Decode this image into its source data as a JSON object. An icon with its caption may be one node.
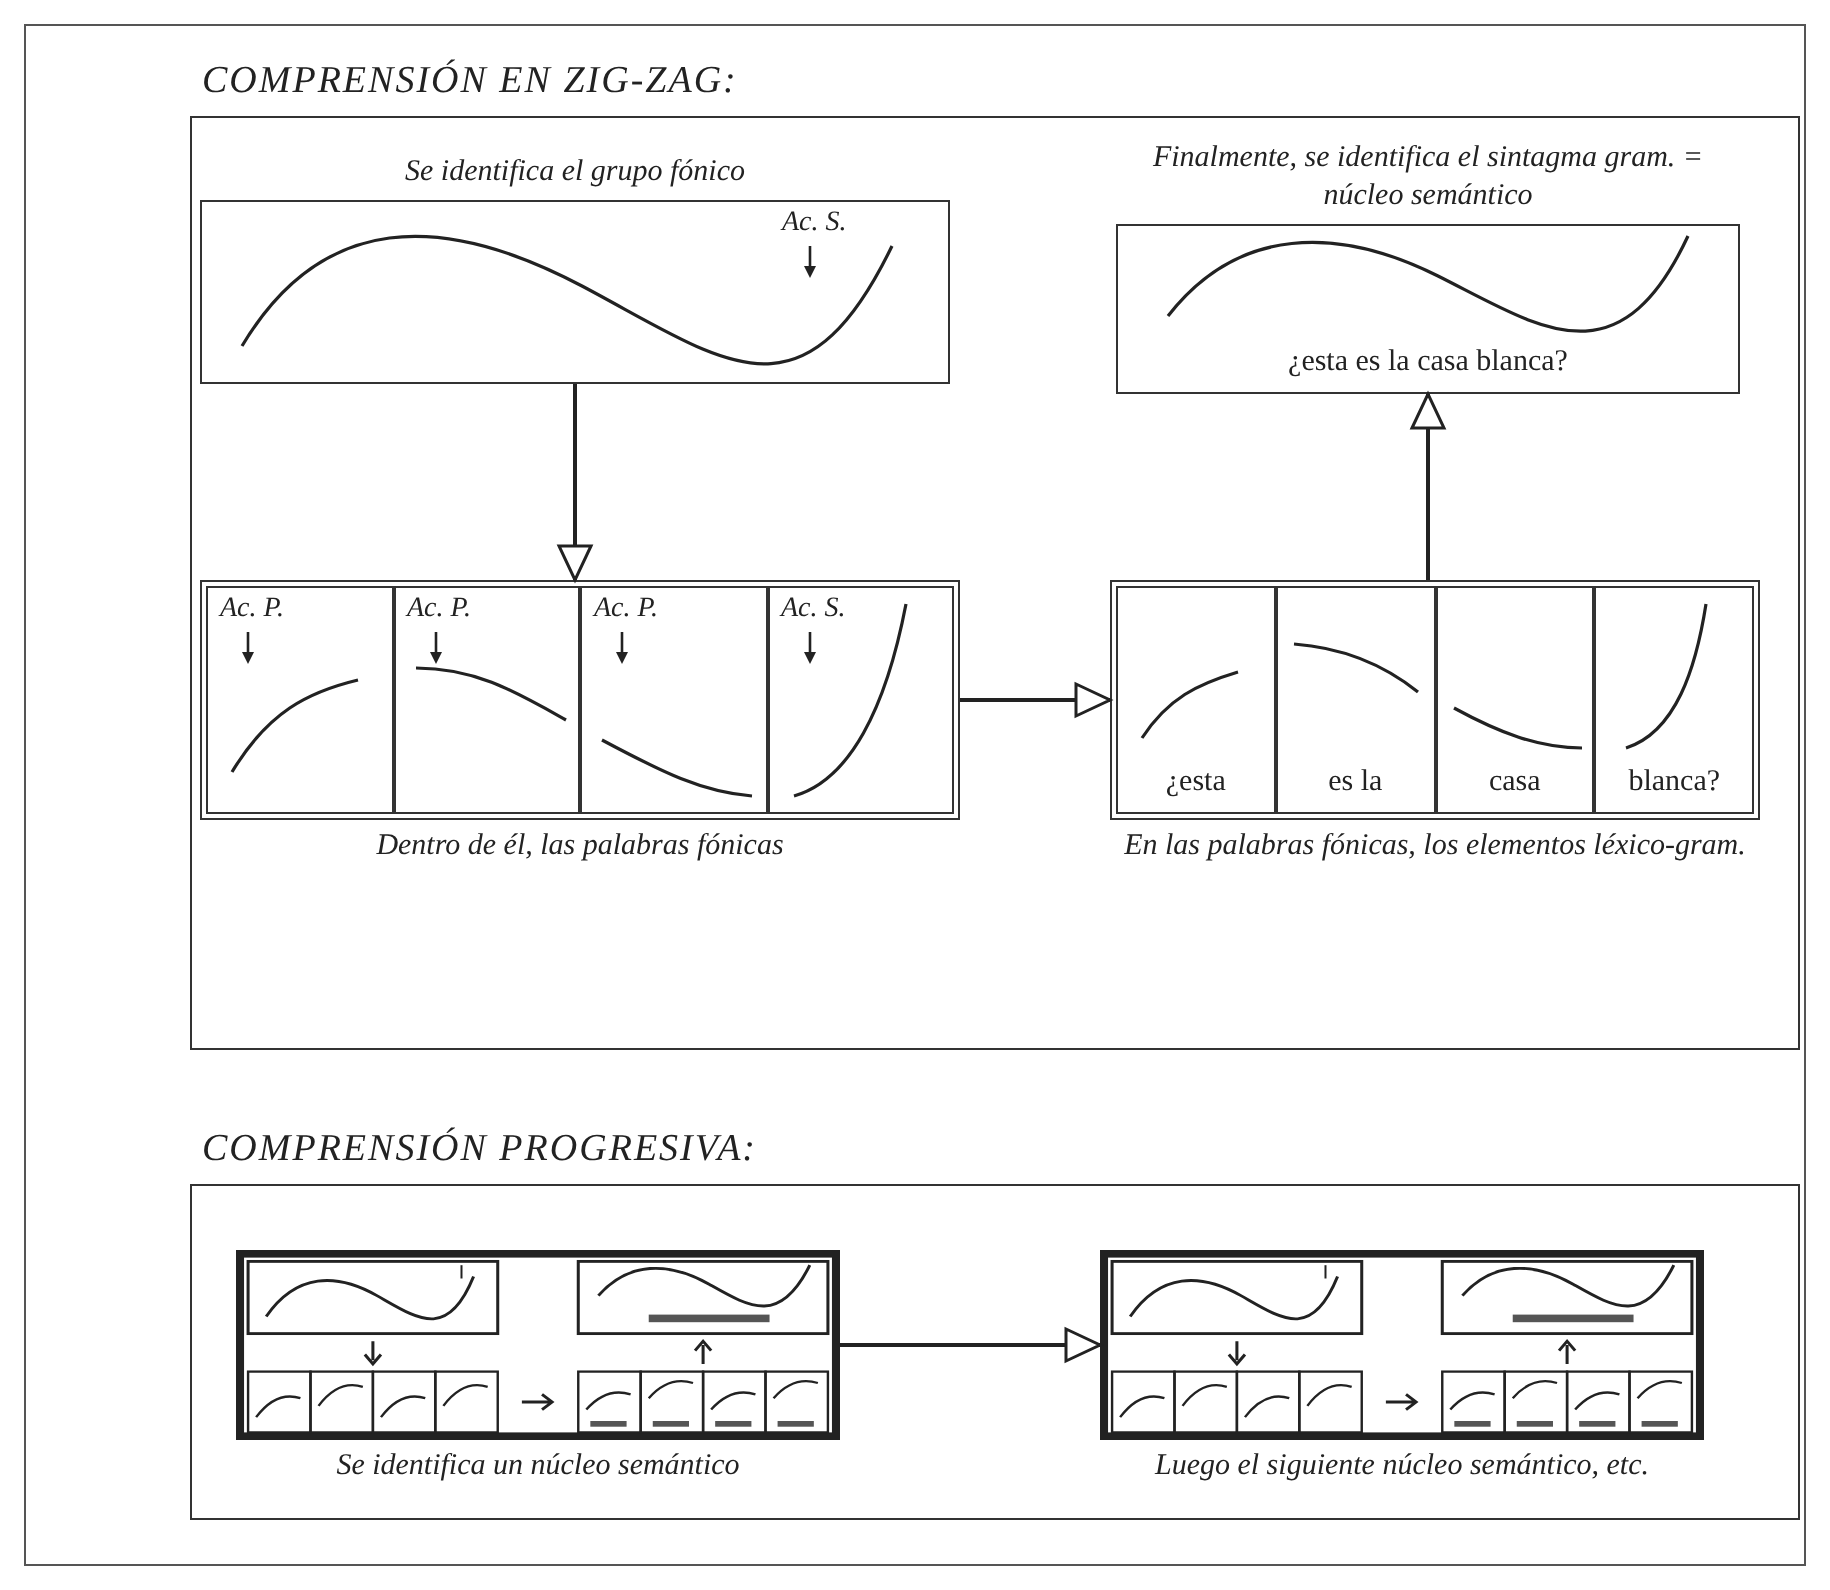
{
  "diagram": {
    "nodes": [
      {
        "text": [
          "COMPRENSIÓN EN ZIG-ZAG:"
        ]
      },
      {
        "text": [
          "Se identifica el grupo fónico",
          "Ac. S."
        ],
        "in": 0
      },
      {
        "text": [],
        "shape": "box",
        "in": 0,
        "beside": [
          "Dentro de él, las palabras fónicas"
        ]
      },
      {
        "text": [
          "Ac. P."
        ],
        "in": 2
      },
      {
        "text": [
          "Ac. P."
        ],
        "in": 2
      },
      {
        "text": [
          "Ac. P."
        ],
        "in": 2
      },
      {
        "text": [
          "Ac. S."
        ],
        "in": 2
      },
      {
        "text": [],
        "shape": "box",
        "in": 0,
        "beside": [
          "En las palabras fónicas, los elementos léxico-gram."
        ]
      },
      {
        "text": [
          "¿esta"
        ],
        "in": 7
      },
      {
        "text": [
          "es la"
        ],
        "in": 7
      },
      {
        "text": [
          "casa"
        ],
        "in": 7
      },
      {
        "text": [
          "blanca?"
        ],
        "in": 7
      },
      {
        "text": [
          "Finalmente, se identifica el sintagma gram. = núcleo semántico",
          "¿esta es la casa blanca?"
        ],
        "in": 0
      },
      {
        "text": [
          "COMPRENSIÓN PROGRESIVA:"
        ]
      },
      {
        "text": [],
        "shape": "picture",
        "in": 13,
        "beside": [
          "Se identifica un núcleo semántico"
        ]
      },
      {
        "text": [],
        "shape": "picture",
        "in": 13,
        "beside": [
          "Luego el siguiente núcleo semántico, etc."
        ]
      }
    ],
    "edges": [
      {
        "from": 1,
        "to": 2,
        "arrow": "to"
      },
      {
        "from": 2,
        "to": 7,
        "arrow": "to"
      },
      {
        "from": 7,
        "to": 12,
        "arrow": "to"
      },
      {
        "from": 14,
        "to": 15,
        "arrow": "to"
      }
    ]
  }
}
